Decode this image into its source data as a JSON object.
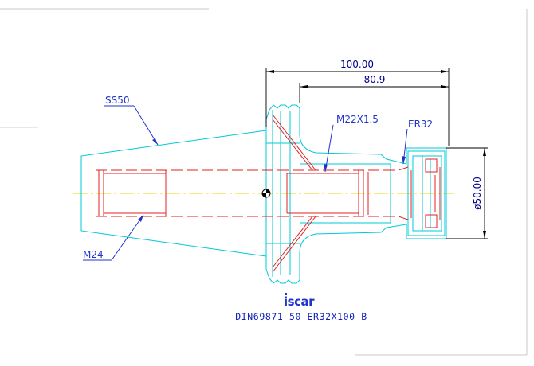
{
  "drawing": {
    "labels": {
      "taper": "SS50",
      "pull_stud_thread": "M24",
      "bore_thread": "M22X1.5",
      "collet": "ER32"
    },
    "dimensions": {
      "overall_length": "100.00",
      "gauge_length": "80.9",
      "diameter": "ø50.00"
    },
    "caption": "DIN69871 50 ER32X100 B",
    "logo_text": "iscar",
    "colors": {
      "outline": "#00c8d8",
      "hidden": "#e02020",
      "centerline": "#e8d800",
      "dimension": "#000000",
      "annotation": "#2233cc"
    }
  }
}
